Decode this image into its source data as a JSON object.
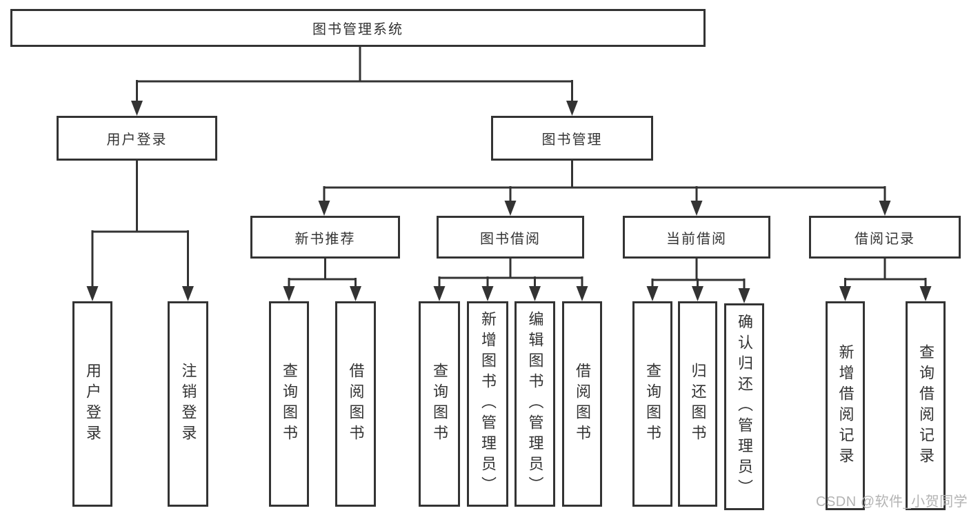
{
  "tree": {
    "root": "图书管理系统",
    "user_login": {
      "label": "用户登录",
      "children": [
        "用户登录",
        "注销登录"
      ]
    },
    "book_mgmt": {
      "label": "图书管理",
      "sections": [
        {
          "label": "新书推荐",
          "children": [
            "查询图书",
            "借阅图书"
          ]
        },
        {
          "label": "图书借阅",
          "children": [
            "查询图书",
            "新增图书（管理员）",
            "编辑图书（管理员）",
            "借阅图书"
          ]
        },
        {
          "label": "当前借阅",
          "children": [
            "查询图书",
            "归还图书",
            "确认归还（管理员）"
          ]
        },
        {
          "label": "借阅记录",
          "children": [
            "新增借阅记录",
            "查询借阅记录"
          ]
        }
      ]
    }
  },
  "watermark": {
    "text": "CSDN @软件_小贺同学"
  },
  "colors": {
    "line": "#333333",
    "box_border": "#333333",
    "text": "#333333",
    "background": "#ffffff",
    "watermark": "#b3b3b3"
  }
}
